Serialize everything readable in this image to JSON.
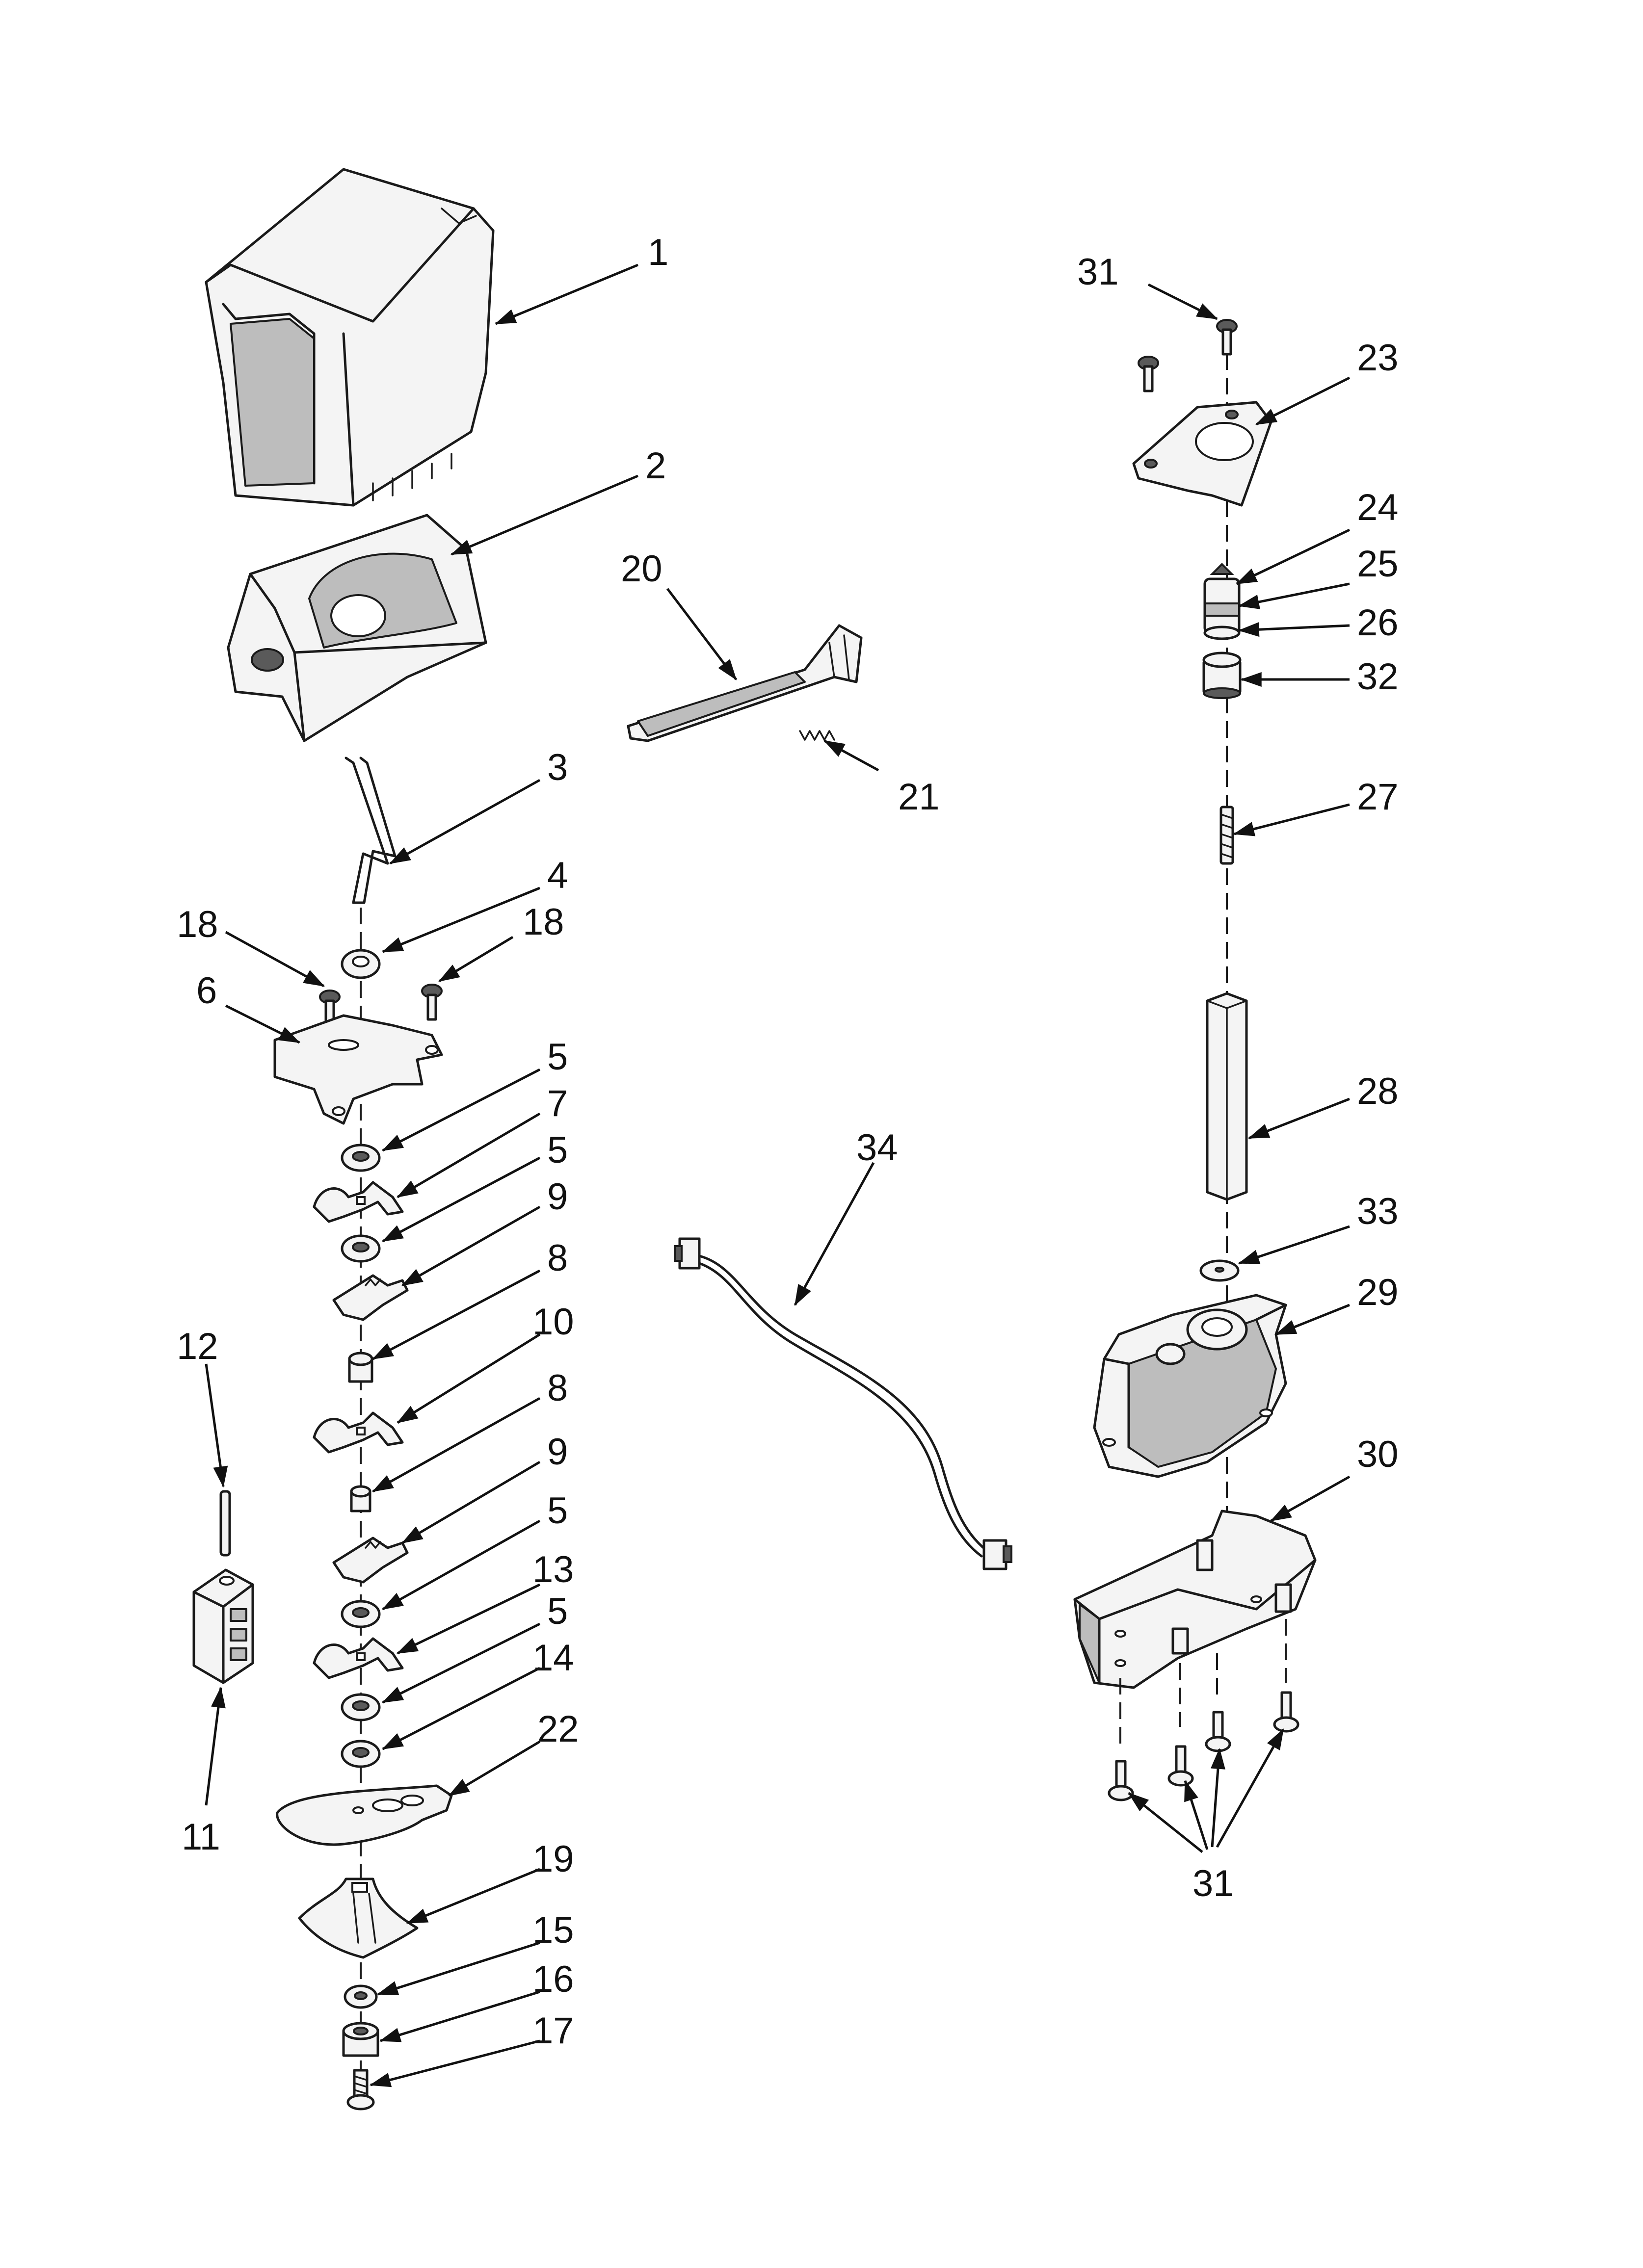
{
  "callouts": [
    "1",
    "2",
    "3",
    "4",
    "5",
    "6",
    "7",
    "8",
    "9",
    "10",
    "11",
    "12",
    "13",
    "14",
    "15",
    "16",
    "17",
    "18",
    "19",
    "20",
    "21",
    "22",
    "23",
    "24",
    "25",
    "26",
    "27",
    "28",
    "29",
    "30",
    "31",
    "32",
    "33",
    "34"
  ],
  "colors": {
    "line": "#1a1a1a",
    "shade": "#bdbdbd",
    "background": "#ffffff"
  }
}
